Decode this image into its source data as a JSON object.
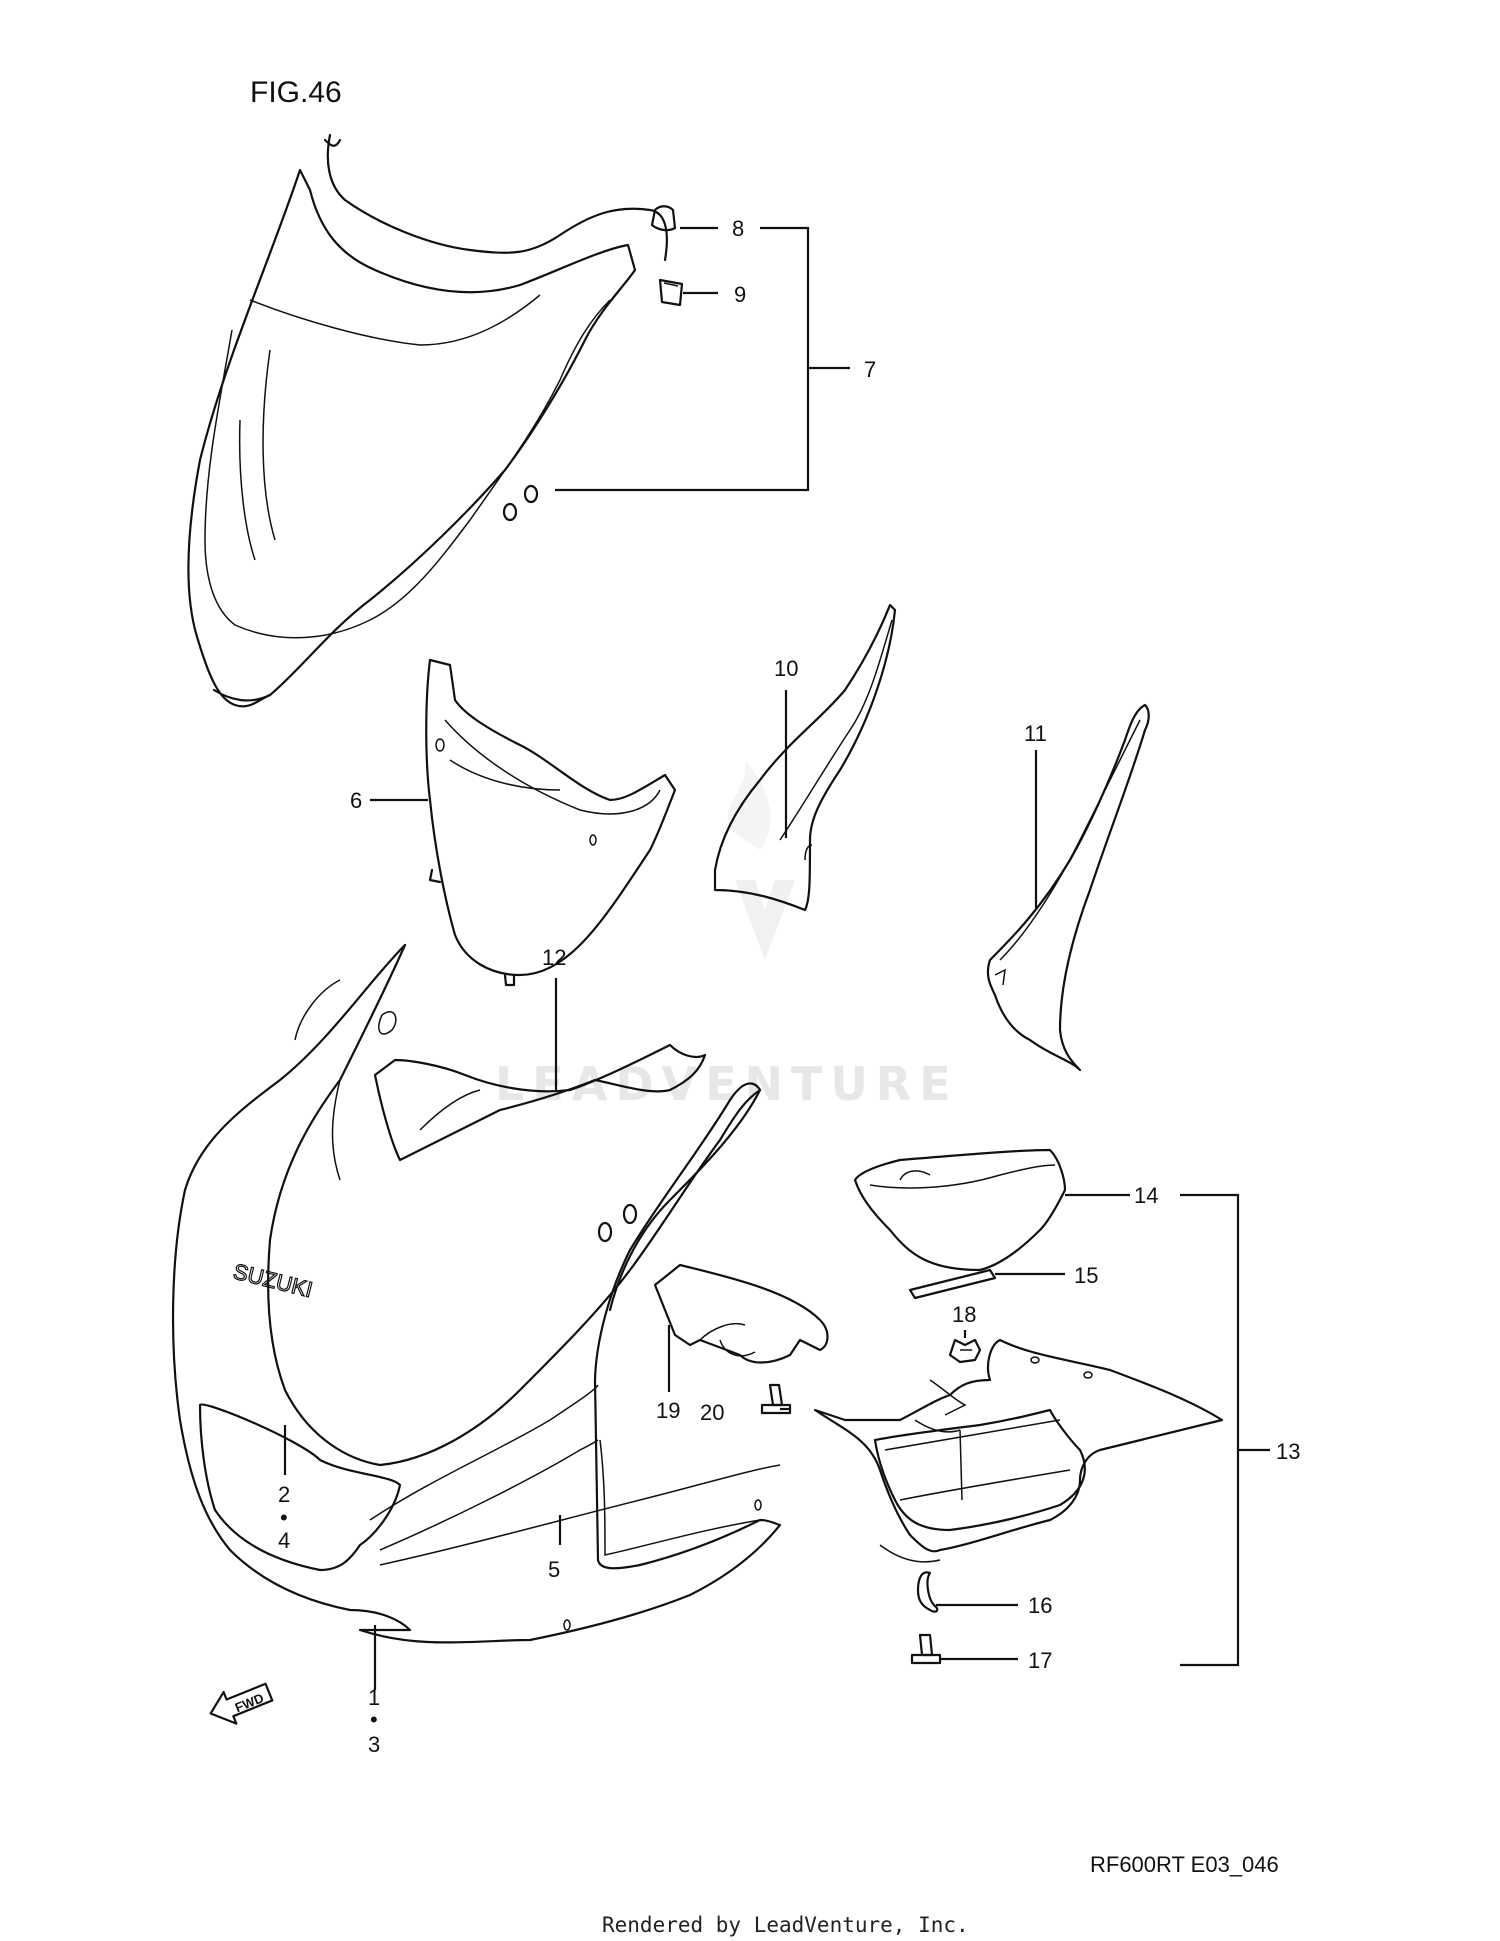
{
  "figure_title": "FIG.46",
  "drawing_code": "RF600RT E03_046",
  "credit": "Rendered by LeadVenture, Inc.",
  "watermark": "LEADVENTURE",
  "brand_decal": "SUZUKI",
  "fwd_arrow": "FWD",
  "callouts": {
    "c1": "1",
    "c2": "2",
    "c3": "3",
    "c4": "4",
    "c5": "5",
    "c6": "6",
    "c7": "7",
    "c8": "8",
    "c9": "9",
    "c10": "10",
    "c11": "11",
    "c12": "12",
    "c13": "13",
    "c14": "14",
    "c15": "15",
    "c16": "16",
    "c17": "17",
    "c18": "18",
    "c19": "19",
    "c20": "20",
    "dot": "•"
  }
}
